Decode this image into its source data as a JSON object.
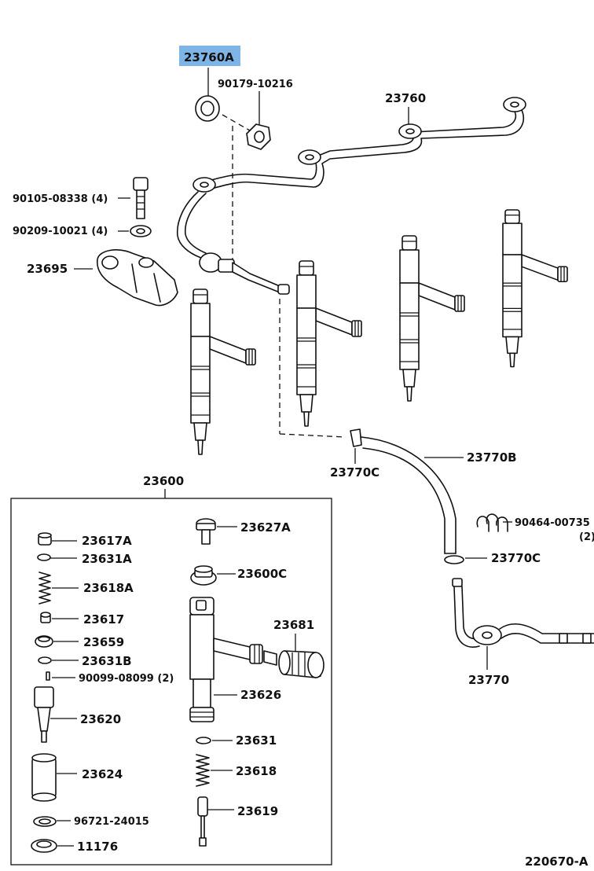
{
  "diagram_id": "220670-A",
  "highlight_color": "#7fb4e6",
  "parts": {
    "p23760A": "23760A",
    "p90179": "90179-10216",
    "p23760": "23760",
    "p90105": "90105-08338 (4)",
    "p90209": "90209-10021 (4)",
    "p23695": "23695",
    "p23770C_top": "23770C",
    "p23770B": "23770B",
    "p90464": "90464-00735",
    "p90464_qty": "(2)",
    "p23770C_low": "23770C",
    "p23770": "23770",
    "p23600": "23600",
    "p23617A": "23617A",
    "p23631A": "23631A",
    "p23618A": "23618A",
    "p23617": "23617",
    "p23659": "23659",
    "p23631B": "23631B",
    "p90099": "90099-08099 (2)",
    "p23620": "23620",
    "p23624": "23624",
    "p96721": "96721-24015",
    "p11176": "11176",
    "p23627A": "23627A",
    "p23600C": "23600C",
    "p23681": "23681",
    "p23626": "23626",
    "p23631": "23631",
    "p23618": "23618",
    "p23619": "23619"
  }
}
